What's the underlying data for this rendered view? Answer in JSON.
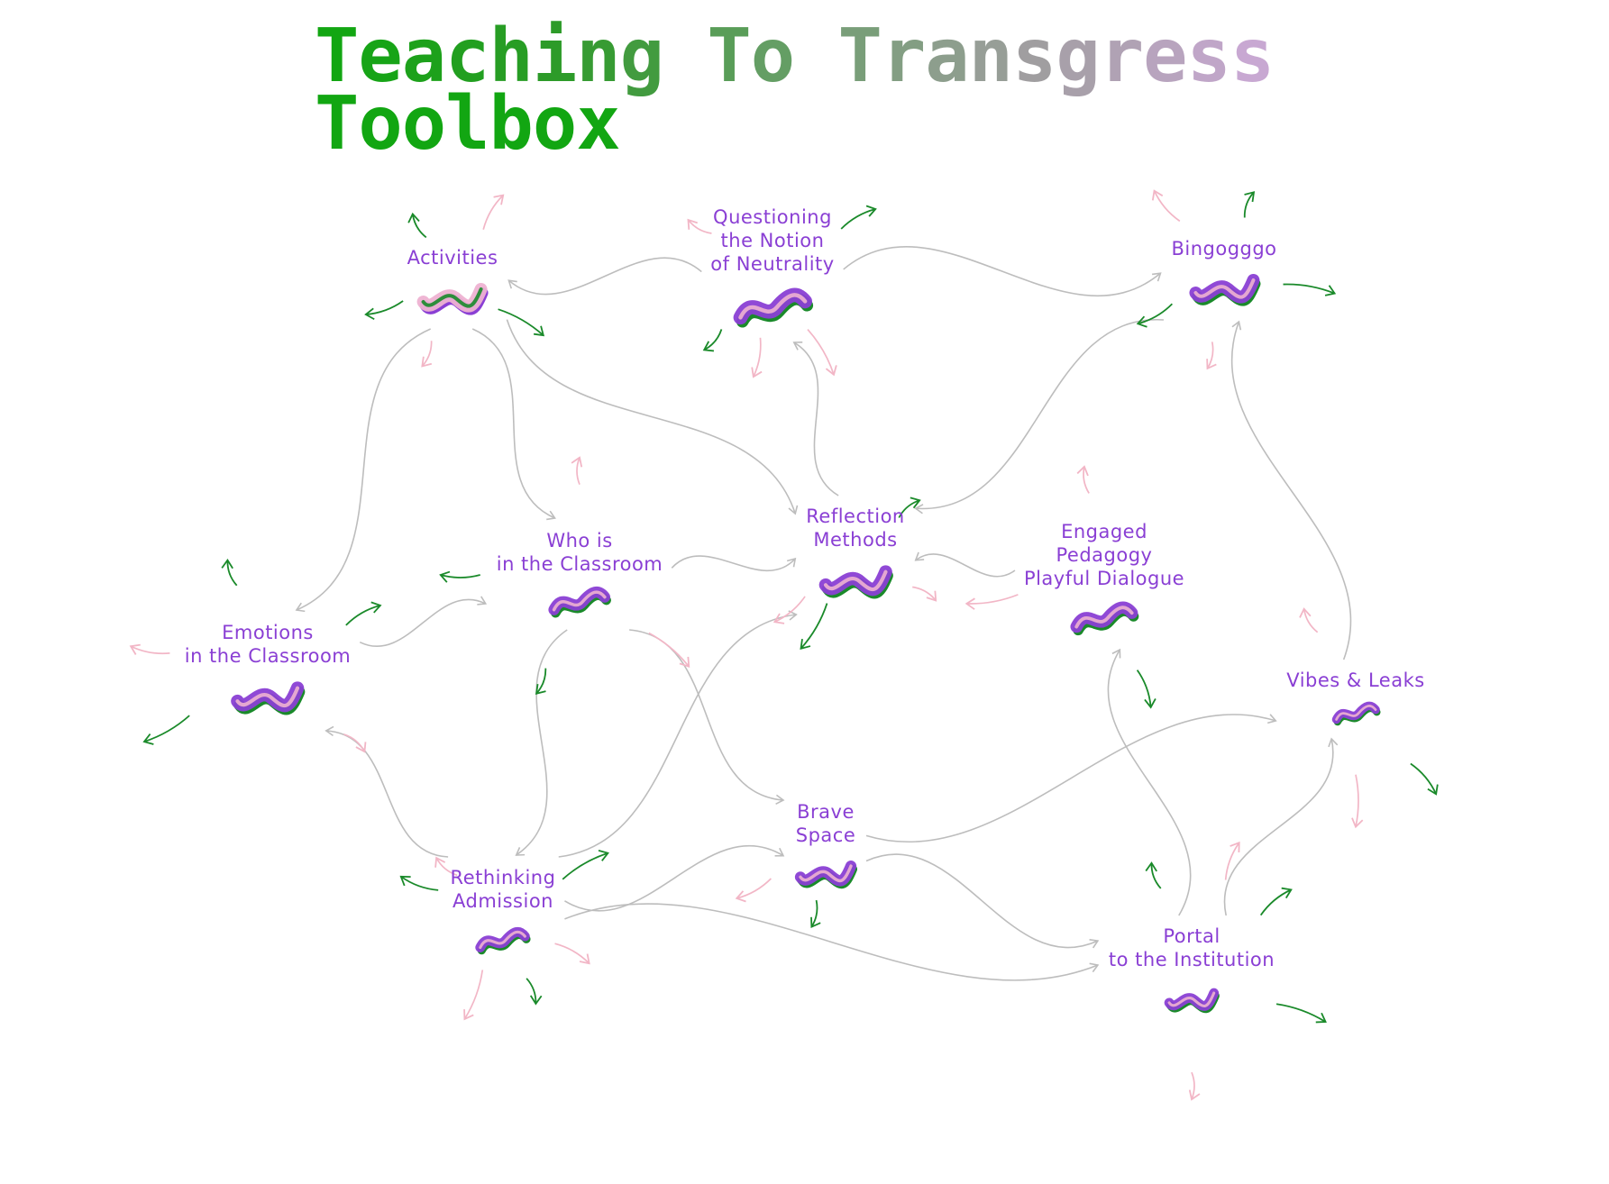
{
  "title": {
    "line1": "Teaching To Transgress",
    "line2": "Toolbox"
  },
  "colors": {
    "title_gradient": [
      "#12a612",
      "#2e9a2a",
      "#6a9e6a",
      "#9e9e9e",
      "#c8a8d2"
    ],
    "node_label": "#8a3fd4",
    "connector": "#bdbdbd",
    "arrow_green": "#1a8a2a",
    "arrow_pink": "#f2b6c6",
    "icon_purple": "#8a3fd4",
    "icon_green": "#1a8a2a",
    "icon_pink": "#eeb2d2"
  },
  "nodes": [
    {
      "id": "activities",
      "label": "Activities",
      "icon": "ribbon-icon"
    },
    {
      "id": "neutrality",
      "label": "Questioning\nthe Notion\nof Neutrality",
      "icon": "ribbon-icon"
    },
    {
      "id": "bingo",
      "label": "Bingogggo",
      "icon": "ribbon-icon"
    },
    {
      "id": "who",
      "label": "Who is\nin the Classroom",
      "icon": "ribbon-icon"
    },
    {
      "id": "reflection",
      "label": "Reflection\nMethods",
      "icon": "ribbon-icon"
    },
    {
      "id": "engaged",
      "label": "Engaged\nPedagogy\nPlayful Dialogue",
      "icon": "ribbon-icon"
    },
    {
      "id": "emotions",
      "label": "Emotions\nin the Classroom",
      "icon": "ribbon-icon"
    },
    {
      "id": "vibes",
      "label": "Vibes & Leaks",
      "icon": "ribbon-icon"
    },
    {
      "id": "brave",
      "label": "Brave\nSpace",
      "icon": "ribbon-icon"
    },
    {
      "id": "rethinking",
      "label": "Rethinking\nAdmission",
      "icon": "ribbon-icon"
    },
    {
      "id": "portal",
      "label": "Portal\nto the Institution",
      "icon": "ribbon-icon"
    }
  ],
  "connections": [
    [
      "neutrality",
      "activities"
    ],
    [
      "neutrality",
      "bingo"
    ],
    [
      "activities",
      "reflection"
    ],
    [
      "activities",
      "who"
    ],
    [
      "activities",
      "emotions"
    ],
    [
      "reflection",
      "neutrality"
    ],
    [
      "bingo",
      "reflection"
    ],
    [
      "who",
      "reflection"
    ],
    [
      "emotions",
      "who"
    ],
    [
      "engaged",
      "reflection"
    ],
    [
      "who",
      "rethinking"
    ],
    [
      "who",
      "brave"
    ],
    [
      "rethinking",
      "reflection"
    ],
    [
      "rethinking",
      "emotions"
    ],
    [
      "rethinking",
      "brave"
    ],
    [
      "rethinking",
      "portal"
    ],
    [
      "brave",
      "vibes"
    ],
    [
      "brave",
      "portal"
    ],
    [
      "portal",
      "engaged"
    ],
    [
      "portal",
      "vibes"
    ],
    [
      "vibes",
      "bingo"
    ]
  ]
}
